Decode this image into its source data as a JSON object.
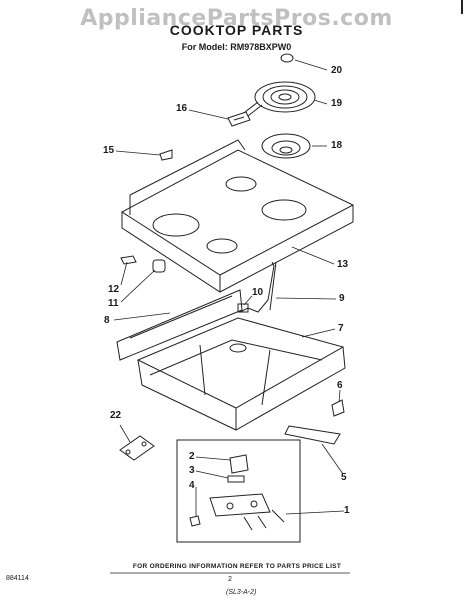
{
  "watermark": "AppliancePartsPros.com",
  "title": "COOKTOP PARTS",
  "subtitle": "For Model: RM978BXPW0",
  "callouts": [
    "20",
    "19",
    "16",
    "18",
    "15",
    "13",
    "12",
    "11",
    "10",
    "9",
    "8",
    "7",
    "6",
    "22",
    "2",
    "3",
    "4",
    "5",
    "1"
  ],
  "footer": {
    "info": "FOR ORDERING INFORMATION REFER TO PARTS PRICE LIST",
    "page": "2",
    "doc_number": "884114",
    "handwritten": "(SL3-A-2)"
  }
}
